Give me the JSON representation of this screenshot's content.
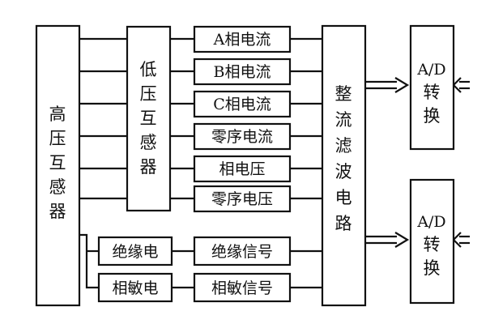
{
  "blocks": {
    "hv_transformer": {
      "chars": [
        "高",
        "压",
        "互",
        "感",
        "器"
      ]
    },
    "lv_transformer": {
      "chars": [
        "低",
        "压",
        "互",
        "感",
        "器"
      ]
    },
    "rectifier_filter": {
      "chars": [
        "整",
        "流",
        "滤",
        "波",
        "电",
        "路"
      ]
    },
    "ad_top": {
      "line1": "A/D",
      "line2": "转",
      "line3": "换"
    },
    "ad_bottom": {
      "line1": "A/D",
      "line2": "转",
      "line3": "换"
    },
    "signals": [
      "A相电流",
      "B相电流",
      "C相电流",
      "零序电流",
      "相电压",
      "零序电压"
    ],
    "insulation_source": "绝缘电",
    "insulation_signal": "绝缘信号",
    "phase_sensitive_source": "相敏电",
    "phase_sensitive_signal": "相敏信号"
  }
}
